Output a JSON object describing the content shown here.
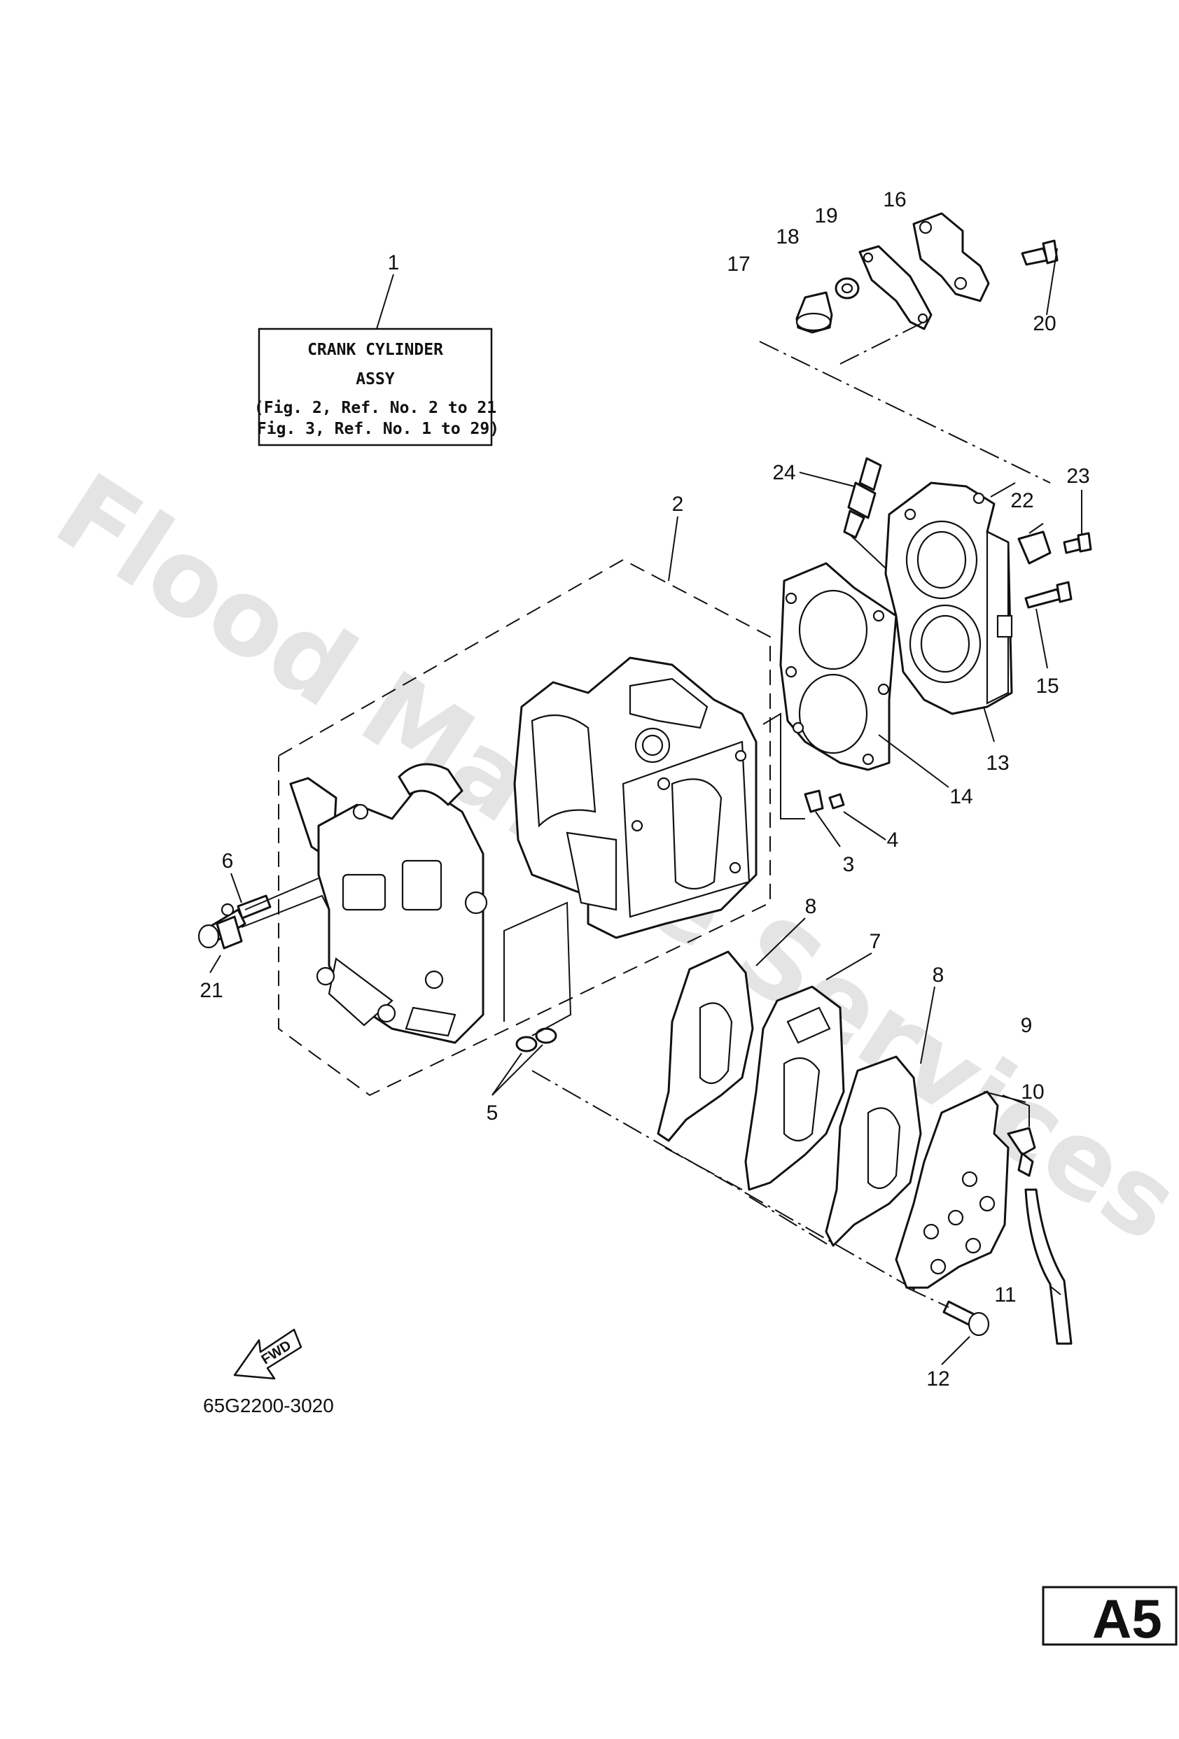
{
  "watermark": "Flood Marine Services",
  "title_box": {
    "line1": "CRANK CYLINDER",
    "line2": "ASSY",
    "line3": "(Fig. 2, Ref. No. 2 to 21",
    "line4": "Fig. 3, Ref. No. 1 to 29)"
  },
  "part_numbers": {
    "p1": "1",
    "p2": "2",
    "p3": "3",
    "p4": "4",
    "p5": "5",
    "p6": "6",
    "p7": "7",
    "p8a": "8",
    "p8b": "8",
    "p9": "9",
    "p10": "10",
    "p11": "11",
    "p12": "12",
    "p13": "13",
    "p14": "14",
    "p15": "15",
    "p16": "16",
    "p17": "17",
    "p18": "18",
    "p19": "19",
    "p20": "20",
    "p21": "21",
    "p22": "22",
    "p23": "23",
    "p24": "24"
  },
  "fwd_label": "FWD",
  "drawing_code": "65G2200-3020",
  "page_tag": "A5"
}
